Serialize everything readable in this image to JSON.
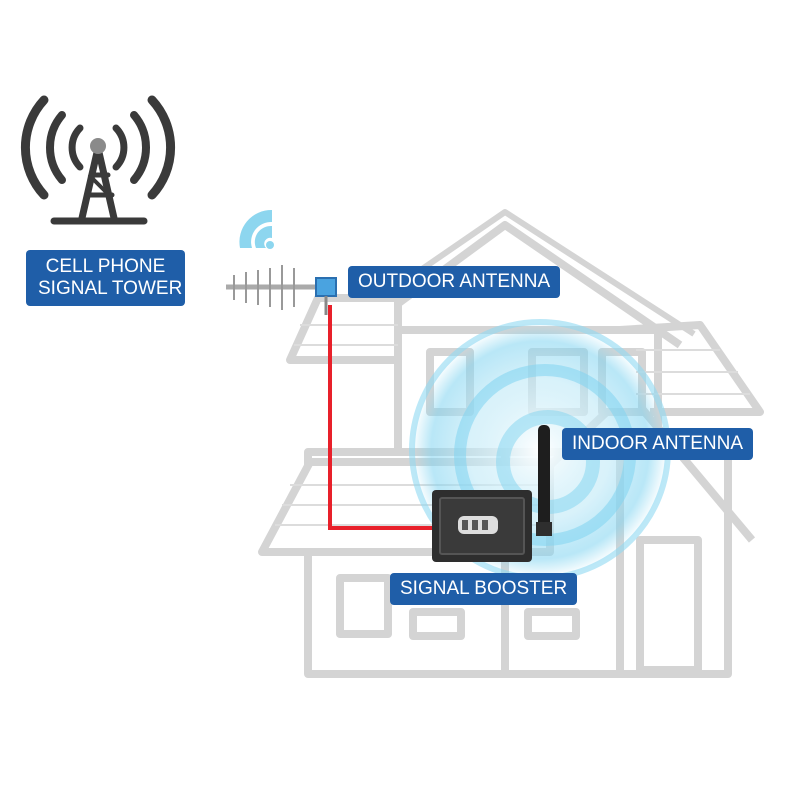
{
  "labels": {
    "tower": [
      "CELL PHONE",
      "SIGNAL TOWER"
    ],
    "outdoor_antenna": "OUTDOOR ANTENNA",
    "indoor_antenna": "INDOOR ANTENNA",
    "signal_booster": "SIGNAL BOOSTER"
  },
  "colors": {
    "label_bg": "#1f5ea8",
    "house_outline": "#d4d4d4",
    "cable": "#e8202a",
    "signal_glow": "#5ec8ec",
    "tower": "#3a3a3a"
  }
}
